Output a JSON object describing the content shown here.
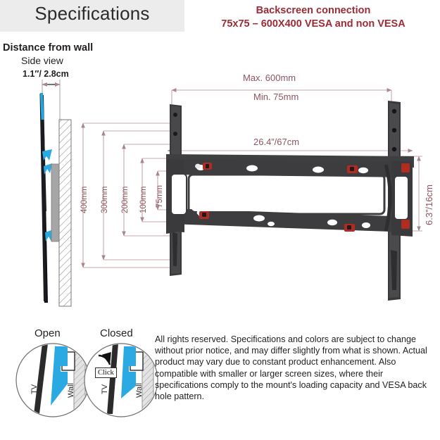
{
  "header": {
    "spec_title": "Specifications",
    "backscreen_line1": "Backscreen connection",
    "backscreen_line2": "75x75 – 600X400 VESA and non VESA",
    "accent_color": "#9c2b35",
    "band_color": "#ececec"
  },
  "side_view": {
    "title": "Distance from wall",
    "subtitle": "Side view",
    "depth": "1.1″/ 2.8cm",
    "tv_color": "#1fa2dd",
    "wall_color": "#d9d9d9"
  },
  "dimensions": {
    "vertical": [
      "400mm",
      "300mm",
      "200mm",
      "100mm",
      "75mm"
    ],
    "horizontal_max": "Max. 600mm",
    "horizontal_min": "Min. 75mm",
    "width_inch": "26.4”/67cm",
    "height_inch": "6.3”/16cm",
    "line_color": "#c8a9ad",
    "text_color": "#8d5560"
  },
  "bracket": {
    "body_color": "#3a3a3c",
    "clip_color": "#b22b22"
  },
  "details": {
    "open_title": "Open",
    "closed_title": "Closed",
    "click_label": "Click",
    "tv_label": "TV",
    "wall_label": "Wall"
  },
  "disclaimer": {
    "text": "All rights reserved. Specifications and colors are subject to change without prior notice, and may differ slightly from what is shown. Actual product may vary due to constant product enhancement. Also compatible with smaller or larger screen sizes, where their specifications comply to the mount's loading capacity and VESA back hole pattern."
  }
}
